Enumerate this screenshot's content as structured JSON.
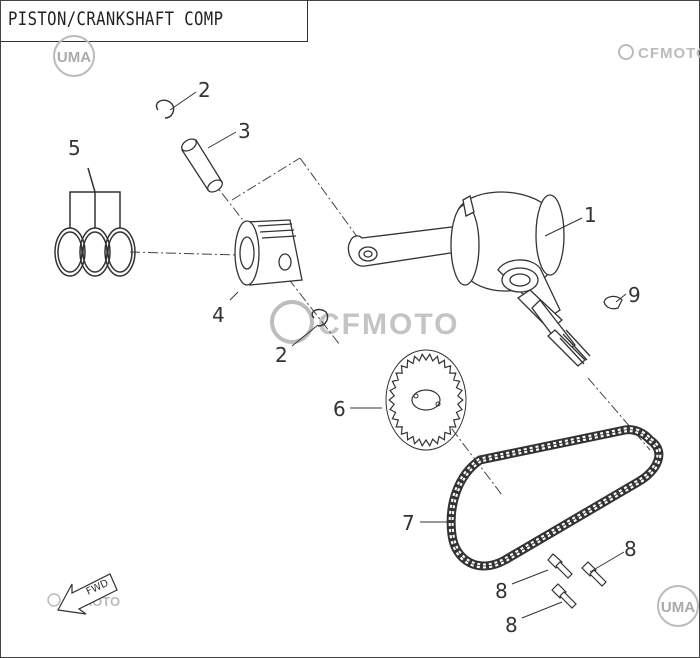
{
  "title": "PISTON/CRANKSHAFT COMP",
  "watermarks": {
    "uma": "UMA",
    "cfmoto_top": "CFMOTO",
    "cfmoto_center": "CFMOTO",
    "cfmoto_bottom": "CFMOTO"
  },
  "fwd_label": "FWD",
  "callouts": {
    "crankshaft": "1",
    "circlip_top": "2",
    "piston_pin": "3",
    "piston": "4",
    "piston_rings": "5",
    "sprocket": "6",
    "chain": "7",
    "bolt_a": "8",
    "bolt_b": "8",
    "bolt_c": "8",
    "key": "9",
    "circlip_bottom": "2"
  },
  "colors": {
    "line": "#333333",
    "watermark": "#b0b0b0"
  }
}
